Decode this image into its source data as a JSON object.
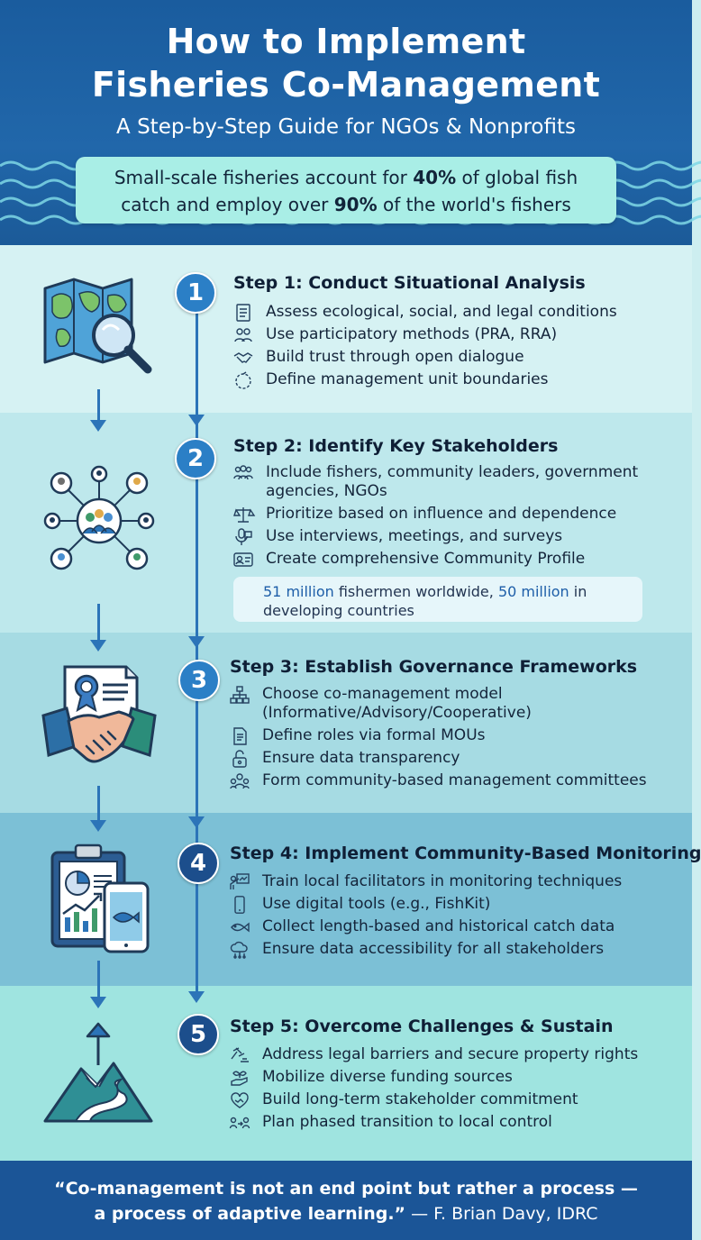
{
  "header": {
    "title_line1": "How to Implement",
    "title_line2": "Fisheries Co-Management",
    "subtitle": "A Step-by-Step Guide for NGOs & Nonprofits",
    "stat": {
      "part1": "Small-scale fisheries account for ",
      "value1": "40%",
      "part2": " of global fish",
      "part3": "catch and employ over ",
      "value2": "90%",
      "part4": " of the world's fishers"
    }
  },
  "steps": [
    {
      "number": "1",
      "title": "Step 1: Conduct Situational Analysis",
      "bullets": [
        {
          "text": "Assess ecological, social, and legal conditions",
          "icon": "checklist-icon"
        },
        {
          "text": "Use participatory methods (PRA, RRA)",
          "icon": "group-icon"
        },
        {
          "text": "Build trust through open dialogue",
          "icon": "handshake-icon"
        },
        {
          "text": "Define management unit boundaries",
          "icon": "boundary-icon"
        }
      ],
      "illustration": "map-magnifier"
    },
    {
      "number": "2",
      "title": "Step 2: Identify Key Stakeholders",
      "bullets": [
        {
          "text": "Include fishers, community leaders, government",
          "text2": "agencies, NGOs",
          "icon": "people-icon"
        },
        {
          "text": "Prioritize based on influence and dependence",
          "icon": "scale-icon"
        },
        {
          "text": "Use interviews, meetings, and surveys",
          "icon": "microphone-icon"
        },
        {
          "text": "Create comprehensive Community Profile",
          "icon": "id-card-icon"
        }
      ],
      "callout": {
        "value1": "51 million",
        "part1": " fishermen worldwide, ",
        "value2": "50 million",
        "part2": " in",
        "part3": "developing countries"
      },
      "illustration": "stakeholder-network"
    },
    {
      "number": "3",
      "title": "Step 3: Establish Governance Frameworks",
      "bullets": [
        {
          "text": "Choose co-management model",
          "text2": "(Informative/Advisory/Cooperative)",
          "icon": "org-chart-icon"
        },
        {
          "text": "Define roles via formal MOUs",
          "icon": "document-icon"
        },
        {
          "text": "Ensure data transparency",
          "icon": "unlock-icon"
        },
        {
          "text": "Form community-based management committees",
          "icon": "committee-icon"
        }
      ],
      "illustration": "handshake-certificate"
    },
    {
      "number": "4",
      "title": "Step 4: Implement Community-Based Monitoring",
      "bullets": [
        {
          "text": "Train local facilitators in monitoring techniques",
          "icon": "trainer-icon"
        },
        {
          "text": "Use digital tools (e.g., FishKit)",
          "icon": "phone-icon"
        },
        {
          "text": "Collect length-based and historical catch data",
          "icon": "fish-icon"
        },
        {
          "text": "Ensure data accessibility for all stakeholders",
          "icon": "cloud-icon"
        }
      ],
      "illustration": "clipboard-phone"
    },
    {
      "number": "5",
      "title": "Step 5: Overcome Challenges & Sustain",
      "bullets": [
        {
          "text": "Address legal barriers and secure property rights",
          "icon": "gavel-icon"
        },
        {
          "text": "Mobilize diverse funding sources",
          "icon": "funding-icon"
        },
        {
          "text": "Build long-term stakeholder commitment",
          "icon": "heart-icon"
        },
        {
          "text": "Plan phased transition to local control",
          "icon": "transition-icon"
        }
      ],
      "illustration": "mountain-arrow"
    }
  ],
  "footer": {
    "quote_line1": "“Co-management is not an end point but rather a process —",
    "quote_line2": "a process of adaptive learning.”",
    "attribution": " — F. Brian Davy, IDRC"
  },
  "colors": {
    "header_blue": "#1a5c9e",
    "stat_box": "#a9eee6",
    "timeline_blue": "#2c74b8",
    "circle_light": "#2b7fc6",
    "circle_dark": "#1c4e8c",
    "footer_blue": "#1b5597"
  }
}
